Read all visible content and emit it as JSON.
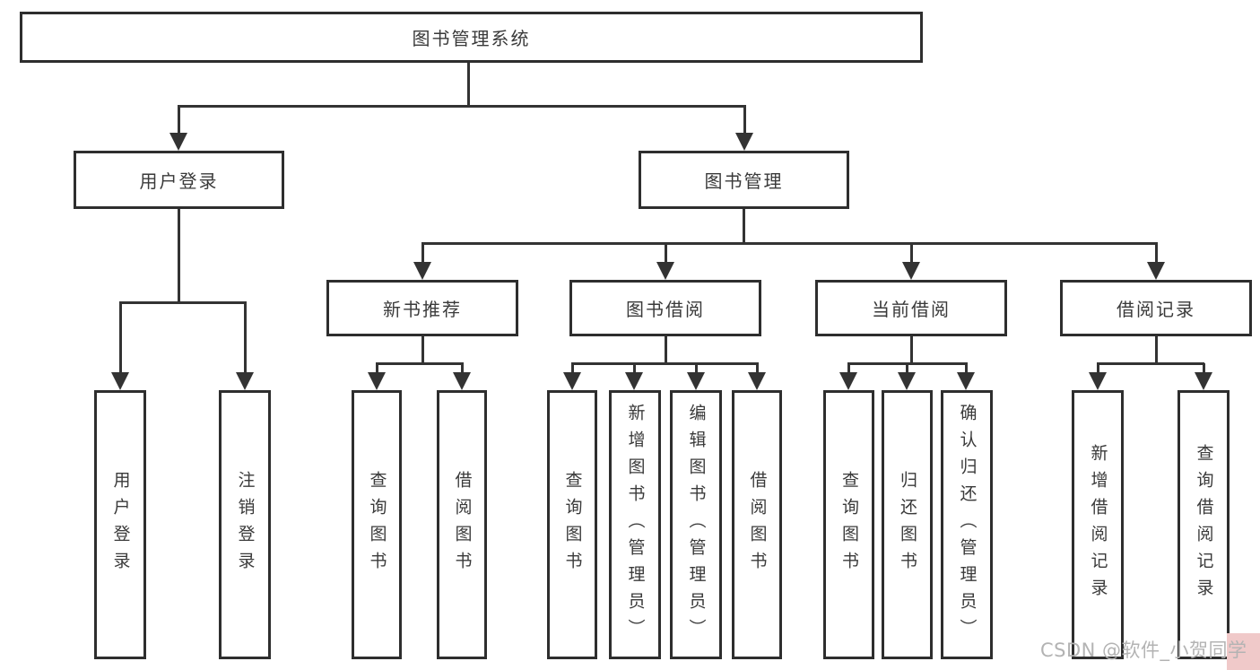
{
  "diagram": {
    "root": {
      "label": "图书管理系统"
    },
    "branches": [
      {
        "label": "用户登录",
        "children": [
          {
            "label": "用户登录"
          },
          {
            "label": "注销登录"
          }
        ]
      },
      {
        "label": "图书管理",
        "children": [
          {
            "label": "新书推荐",
            "children": [
              {
                "label": "查询图书"
              },
              {
                "label": "借阅图书"
              }
            ]
          },
          {
            "label": "图书借阅",
            "children": [
              {
                "label": "查询图书"
              },
              {
                "label": "新增图书（管理员）"
              },
              {
                "label": "编辑图书（管理员）"
              },
              {
                "label": "借阅图书"
              }
            ]
          },
          {
            "label": "当前借阅",
            "children": [
              {
                "label": "查询图书"
              },
              {
                "label": "归还图书"
              },
              {
                "label": "确认归还（管理员）"
              }
            ]
          },
          {
            "label": "借阅记录",
            "children": [
              {
                "label": "新增借阅记录"
              },
              {
                "label": "查询借阅记录"
              }
            ]
          }
        ]
      }
    ]
  },
  "watermark": {
    "text": "CSDN @软件_小贺同学"
  },
  "colors": {
    "line": "#333333",
    "box_border": "#2e2e2e",
    "box_background": "#ffffff",
    "text": "#3a3a3a",
    "watermark_text": "#b3b3b3",
    "watermark_highlight": "#f0c9c9"
  }
}
